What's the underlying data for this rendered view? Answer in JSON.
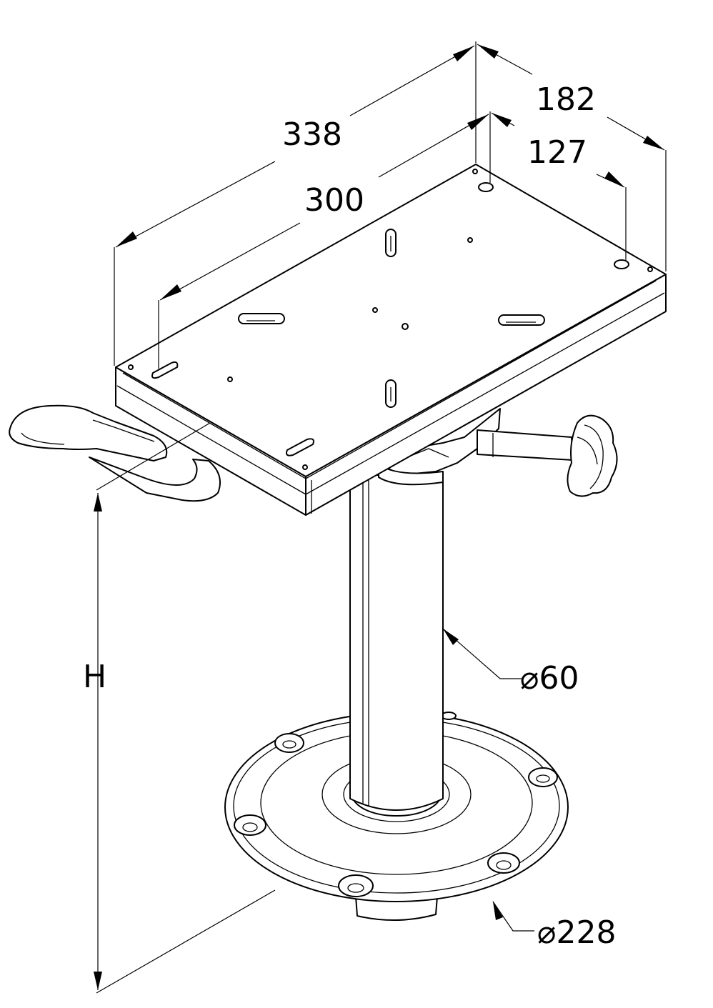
{
  "dimensions": {
    "overall_length": "338",
    "hole_spacing_length": "300",
    "overall_width": "182",
    "hole_spacing_width": "127",
    "height": "H",
    "column_diameter": "⌀60",
    "base_diameter": "⌀228"
  }
}
